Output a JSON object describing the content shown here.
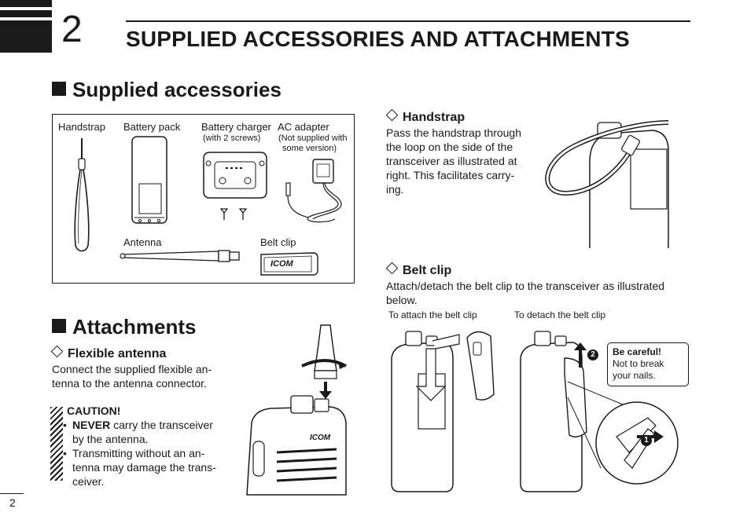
{
  "chapter": {
    "number": "2",
    "title": "SUPPLIED ACCESSORIES AND ATTACHMENTS"
  },
  "supplied_accessories": {
    "heading": "Supplied accessories",
    "items": [
      {
        "label": "Handstrap"
      },
      {
        "label": "Battery pack"
      },
      {
        "label": "Battery charger",
        "note": "(with 2 screws)"
      },
      {
        "label": "AC adapter",
        "note_lines": [
          "(Not supplied with",
          "some version)"
        ]
      },
      {
        "label": "Antenna"
      },
      {
        "label": "Belt clip"
      }
    ],
    "belt_clip_logo": "ICOM"
  },
  "attachments": {
    "heading": "Attachments",
    "flexible_antenna": {
      "title": "Flexible antenna",
      "lines": [
        "Connect the supplied flexible an-",
        "tenna to the antenna connector."
      ]
    },
    "caution": {
      "title": "CAUTION!",
      "bullets": [
        {
          "strong": "NEVER",
          "lines": [
            " carry the transceiver",
            "by the antenna."
          ]
        },
        {
          "lines": [
            "Transmitting without an an-",
            "tenna may damage the trans-",
            "ceiver."
          ]
        }
      ]
    },
    "radio_logo": "ICOM"
  },
  "handstrap": {
    "title": "Handstrap",
    "lines": [
      "Pass the handstrap through",
      "the loop on the side of the",
      "transceiver as illustrated at",
      "right. This facilitates carry-",
      "ing."
    ]
  },
  "belt_clip": {
    "title": "Belt clip",
    "lines": [
      "Attach/detach the belt clip to the transceiver as illustrated",
      "below."
    ],
    "attach_caption": "To attach the belt clip",
    "detach_caption": "To detach the belt clip",
    "step_2": "2",
    "step_1": "1",
    "callout": {
      "title": "Be careful!",
      "lines": [
        "Not to break",
        "your nails."
      ]
    }
  },
  "page_number": "2"
}
